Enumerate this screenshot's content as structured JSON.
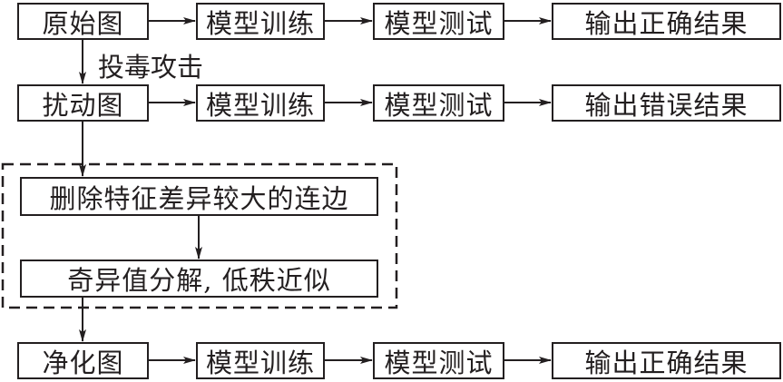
{
  "rows": [
    {
      "name": "original",
      "steps": [
        "原始图",
        "模型训练",
        "模型测试",
        "输出正确结果"
      ]
    },
    {
      "name": "perturbed",
      "steps": [
        "扰动图",
        "模型训练",
        "模型测试",
        "输出错误结果"
      ]
    },
    {
      "name": "purified",
      "steps": [
        "净化图",
        "模型训练",
        "模型测试",
        "输出正确结果"
      ]
    }
  ],
  "attack_label": "投毒攻击",
  "defense": {
    "steps": [
      "删除特征差异较大的连边",
      "奇异值分解, 低秩近似"
    ]
  },
  "colors": {
    "stroke": "#231f20",
    "background": "#ffffff"
  }
}
